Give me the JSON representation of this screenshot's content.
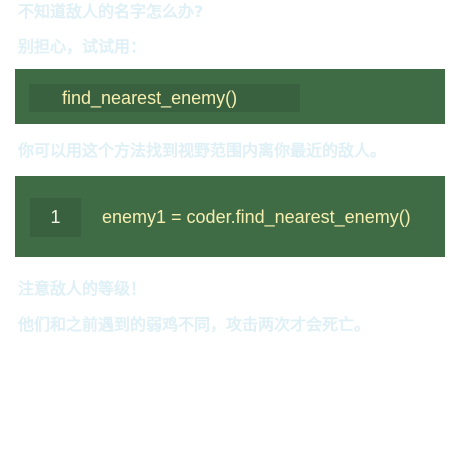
{
  "intro": {
    "question": "不知道敌人的名字怎么办?",
    "prompt": "别担心，试试用："
  },
  "method_panel": {
    "method": "find_nearest_enemy()"
  },
  "description": "你可以用这个方法找到视野范围内离你最近的敌人。",
  "code_panel": {
    "line_number": "1",
    "code": "enemy1 = coder.find_nearest_enemy()"
  },
  "notes": {
    "warning": "注意敌人的等级！",
    "detail": "他们和之前遇到的弱鸡不同，攻击两次才会死亡。"
  },
  "colors": {
    "panel_background": "#3f6b45",
    "code_text": "#f6efb0",
    "faded_text": "#dff0f6"
  }
}
